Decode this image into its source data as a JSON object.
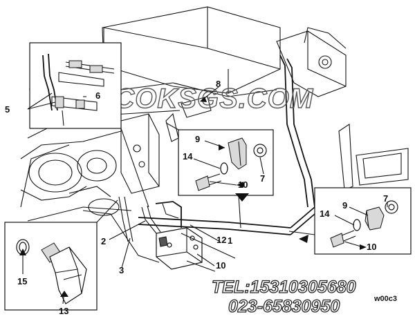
{
  "watermark": "WWW.COKSGS.COM",
  "contact": {
    "phone": "TEL:15310305680",
    "phone2": "023-65830950"
  },
  "drawing_code": "w00c3",
  "callouts": {
    "c1": "1",
    "c2": "2",
    "c3": "3",
    "c5": "5",
    "c6": "6",
    "c7a": "7",
    "c7b": "7",
    "c8": "8",
    "c9a": "9",
    "c9b": "9",
    "c10a": "10",
    "c10b": "10",
    "c10c": "10",
    "c12": "12",
    "c13": "13",
    "c14a": "14",
    "c14b": "14",
    "c15": "15"
  }
}
